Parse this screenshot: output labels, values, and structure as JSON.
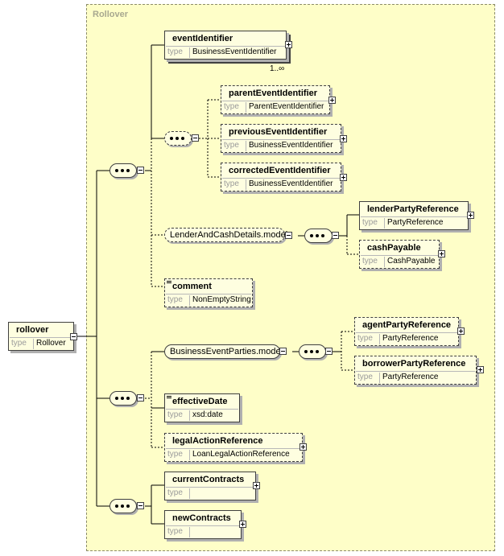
{
  "diagram": {
    "container_title": "Rollover",
    "type_key": "type",
    "root": {
      "name": "rollover",
      "type": "Rollover"
    },
    "elements": {
      "eventIdentifier": {
        "name": "eventIdentifier",
        "type": "BusinessEventIdentifier",
        "cardinality": "1..∞"
      },
      "parentEventIdentifier": {
        "name": "parentEventIdentifier",
        "type": "ParentEventIdentifier"
      },
      "previousEventIdentifier": {
        "name": "previousEventIdentifier",
        "type": "BusinessEventIdentifier"
      },
      "correctedEventIdentifier": {
        "name": "correctedEventIdentifier",
        "type": "BusinessEventIdentifier"
      },
      "lenderPartyReference": {
        "name": "lenderPartyReference",
        "type": "PartyReference"
      },
      "cashPayable": {
        "name": "cashPayable",
        "type": "CashPayable"
      },
      "comment": {
        "name": "comment",
        "type": "NonEmptyString"
      },
      "agentPartyReference": {
        "name": "agentPartyReference",
        "type": "PartyReference"
      },
      "borrowerPartyReference": {
        "name": "borrowerPartyReference",
        "type": "PartyReference"
      },
      "effectiveDate": {
        "name": "effectiveDate",
        "type": "xsd:date"
      },
      "legalActionReference": {
        "name": "legalActionReference",
        "type": "LoanLegalActionReference"
      },
      "currentContracts": {
        "name": "currentContracts",
        "type": ""
      },
      "newContracts": {
        "name": "newContracts",
        "type": ""
      }
    },
    "groups": {
      "lenderAndCash": "LenderAndCashDetails.model",
      "businessEventParties": "BusinessEventParties.model"
    }
  }
}
